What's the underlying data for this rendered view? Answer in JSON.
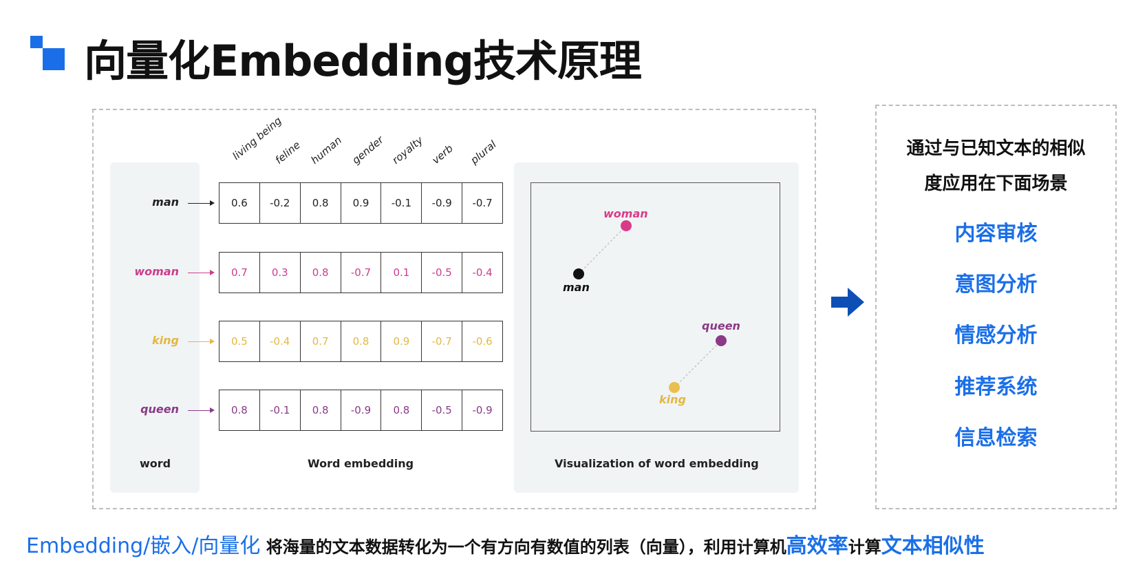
{
  "title": "向量化Embedding技术原理",
  "features": [
    "living being",
    "feline",
    "human",
    "gender",
    "royalty",
    "verb",
    "plural"
  ],
  "rows": [
    {
      "word": "man",
      "color": "#222222",
      "values": [
        "0.6",
        "-0.2",
        "0.8",
        "0.9",
        "-0.1",
        "-0.9",
        "-0.7"
      ]
    },
    {
      "word": "woman",
      "color": "#cc3d8e",
      "values": [
        "0.7",
        "0.3",
        "0.8",
        "-0.7",
        "0.1",
        "-0.5",
        "-0.4"
      ]
    },
    {
      "word": "king",
      "color": "#e2b844",
      "values": [
        "0.5",
        "-0.4",
        "0.7",
        "0.8",
        "0.9",
        "-0.7",
        "-0.6"
      ]
    },
    {
      "word": "queen",
      "color": "#8a3a86",
      "values": [
        "0.8",
        "-0.1",
        "0.8",
        "-0.9",
        "0.8",
        "-0.5",
        "-0.9"
      ]
    }
  ],
  "captions": {
    "word": "word",
    "embedding": "Word embedding",
    "visualization": "Visualization of word embedding"
  },
  "viz_points": {
    "woman": "woman",
    "man": "man",
    "queen": "queen",
    "king": "king"
  },
  "right_panel": {
    "intro_line1": "通过与已知文本的相似",
    "intro_line2": "度应用在下面场景",
    "items": [
      "内容审核",
      "意图分析",
      "情感分析",
      "推荐系统",
      "信息检索"
    ]
  },
  "bottom": {
    "part1": "Embedding/嵌入/向量化",
    "part2": " 将海量的文本数据转化为一个有方向有数值的列表（向量），利用计算机",
    "part3": "高效率",
    "part4": "计算",
    "part5": "文本相似性"
  },
  "colors": {
    "accent": "#1a6fe8",
    "arrow": "#0d4fb5"
  }
}
